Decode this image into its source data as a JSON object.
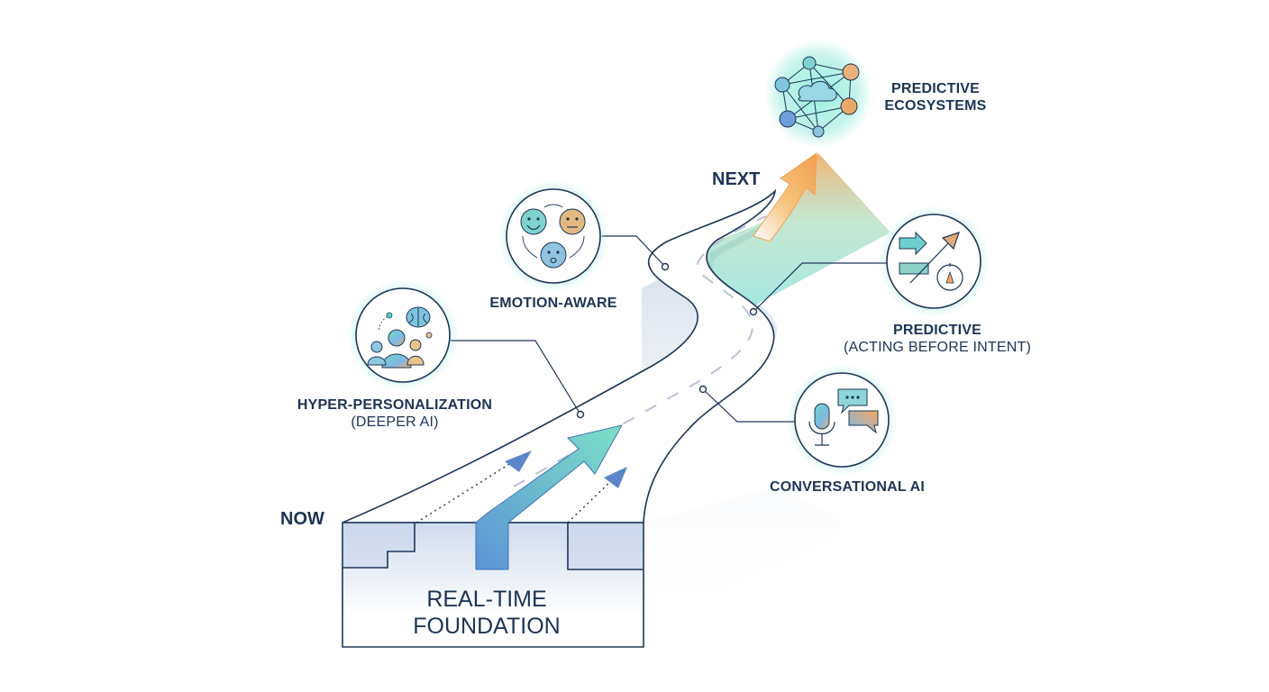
{
  "stages": {
    "now": "NOW",
    "next": "NEXT"
  },
  "foundation": {
    "line1": "REAL-TIME",
    "line2": "FOUNDATION"
  },
  "milestones": [
    {
      "id": "hyper-personalization",
      "title": "HYPER-PERSONALIZATION",
      "subtitle": "(DEEPER AI)",
      "icon": "people-brain-icon"
    },
    {
      "id": "emotion-aware",
      "title": "EMOTION-AWARE",
      "subtitle": "",
      "icon": "emotion-faces-icon"
    },
    {
      "id": "conversational-ai",
      "title": "CONVERSATIONAL AI",
      "subtitle": "",
      "icon": "microphone-chat-icon"
    },
    {
      "id": "predictive",
      "title": "PREDICTIVE",
      "subtitle": "(ACTING BEFORE INTENT)",
      "icon": "arrows-compass-icon"
    },
    {
      "id": "predictive-ecosystems",
      "title": "PREDICTIVE",
      "subtitle": "ECOSYSTEMS",
      "icon": "network-cloud-icon"
    }
  ],
  "colors": {
    "navy": "#1c3556",
    "teal": "#5fd6c8",
    "blue": "#5b93d6",
    "orange": "#f2a65a",
    "road": "#eef2f8"
  }
}
